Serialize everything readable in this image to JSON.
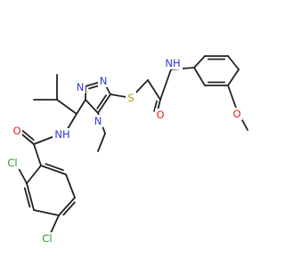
{
  "colors": {
    "bond": "#222222",
    "N": "#2b3bd6",
    "O": "#e0251b",
    "S": "#b3a000",
    "Cl": "#1f9e1f"
  },
  "atom_labels": {
    "N1": "N",
    "N2": "N",
    "N4": "N",
    "S": "S",
    "O_amide_top": "O",
    "NH_top": "NH",
    "O_methoxy": "O",
    "NH_left": "NH",
    "O_benzamide": "O",
    "Cl_top": "Cl",
    "Cl_bottom": "Cl"
  }
}
